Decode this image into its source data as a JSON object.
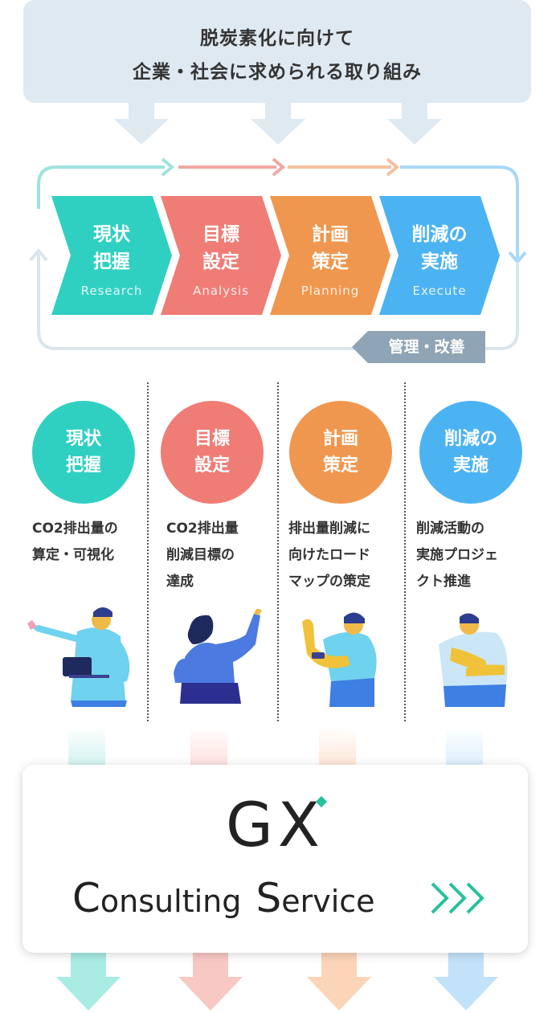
{
  "header": {
    "line1": "脱炭素化に向けて",
    "line2": "企業・社会に求められる取り組み"
  },
  "cycle_steps": [
    {
      "title1": "現状",
      "title2": "把握",
      "en": "Research",
      "color": "#2fd0c2"
    },
    {
      "title1": "目標",
      "title2": "設定",
      "en": "Analysis",
      "color": "#ef7d76"
    },
    {
      "title1": "計画",
      "title2": "策定",
      "en": "Planning",
      "color": "#f0974f"
    },
    {
      "title1": "削減の",
      "title2": "実施",
      "en": "Execute",
      "color": "#4cb3f3"
    }
  ],
  "management_label": "管理・改善",
  "columns": [
    {
      "title1": "現状",
      "title2": "把握",
      "desc": [
        "CO2排出量の",
        "算定・可視化"
      ],
      "color": "#2fd0c2"
    },
    {
      "title1": "目標",
      "title2": "設定",
      "desc": [
        "CO2排出量",
        "削減目標の",
        "達成"
      ],
      "color": "#ef7d76"
    },
    {
      "title1": "計画",
      "title2": "策定",
      "desc": [
        "排出量削減に",
        "向けたロード",
        "マップの策定"
      ],
      "color": "#f0974f"
    },
    {
      "title1": "削減の",
      "title2": "実施",
      "desc": [
        "削減活動の",
        "実施プロジェ",
        "クト推進"
      ],
      "color": "#4cb3f3"
    }
  ],
  "logo": {
    "mark": "GX",
    "word1_cap": "C",
    "word1": "onsulting",
    "word2_cap": "S",
    "word2": "ervice"
  },
  "colors": {
    "header_bg": "#dfe9f1",
    "loop_teal": "#9ee3de",
    "loop_blue": "#a9d8f7",
    "accent_green": "#26c29a",
    "label_bg": "#8fa4b4"
  }
}
